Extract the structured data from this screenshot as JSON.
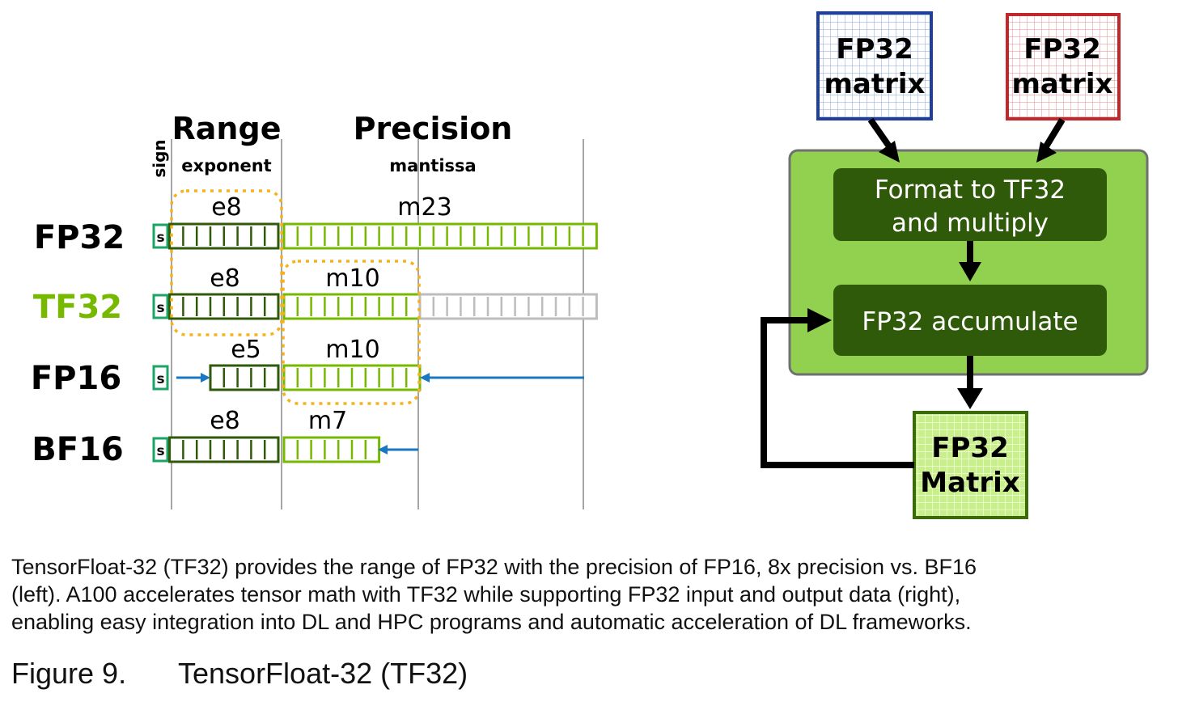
{
  "format_diagram": {
    "sign_label": "sign",
    "range_label": "Range",
    "exponent_label": "exponent",
    "precision_label": "Precision",
    "mantissa_label": "mantissa",
    "formats": [
      {
        "name": "FP32",
        "name_color": "#111111",
        "sign": "s",
        "exponent_label": "e8",
        "exponent_bits": 8,
        "mantissa_label": "m23",
        "mantissa_bits": 23,
        "ghost_bits": 0
      },
      {
        "name": "TF32",
        "name_color": "#76b900",
        "sign": "s",
        "exponent_label": "e8",
        "exponent_bits": 8,
        "mantissa_label": "m10",
        "mantissa_bits": 10,
        "ghost_bits": 13
      },
      {
        "name": "FP16",
        "name_color": "#111111",
        "sign": "s",
        "exponent_label": "e5",
        "exponent_bits": 5,
        "mantissa_label": "m10",
        "mantissa_bits": 10,
        "ghost_bits": 0
      },
      {
        "name": "BF16",
        "name_color": "#111111",
        "sign": "s",
        "exponent_label": "e8",
        "exponent_bits": 8,
        "mantissa_label": "m7",
        "mantissa_bits": 7,
        "ghost_bits": 0
      }
    ]
  },
  "flow_diagram": {
    "input_a": {
      "line1": "FP32",
      "line2": "matrix",
      "border_color": "#1f3f9a"
    },
    "input_b": {
      "line1": "FP32",
      "line2": "matrix",
      "border_color": "#c0282b"
    },
    "step_format": {
      "line1": "Format to TF32",
      "line2": "and multiply"
    },
    "step_accumulate": {
      "label": "FP32 accumulate"
    },
    "output": {
      "line1": "FP32",
      "line2": "Matrix"
    },
    "colors": {
      "panel": "#92d050",
      "step": "#2f5a0a",
      "output_border": "#3a6a0a",
      "arrow": "#000000"
    }
  },
  "caption": {
    "line1": "TensorFloat-32 (TF32) provides the range of FP32 with the precision of FP16, 8x precision vs. BF16",
    "line2": "(left). A100 accelerates tensor math with TF32 while supporting FP32 input and output data (right),",
    "line3": "enabling easy integration into DL and HPC programs and automatic acceleration of DL frameworks."
  },
  "figure": {
    "number": "Figure 9.",
    "title": "TensorFloat-32 (TF32)"
  }
}
